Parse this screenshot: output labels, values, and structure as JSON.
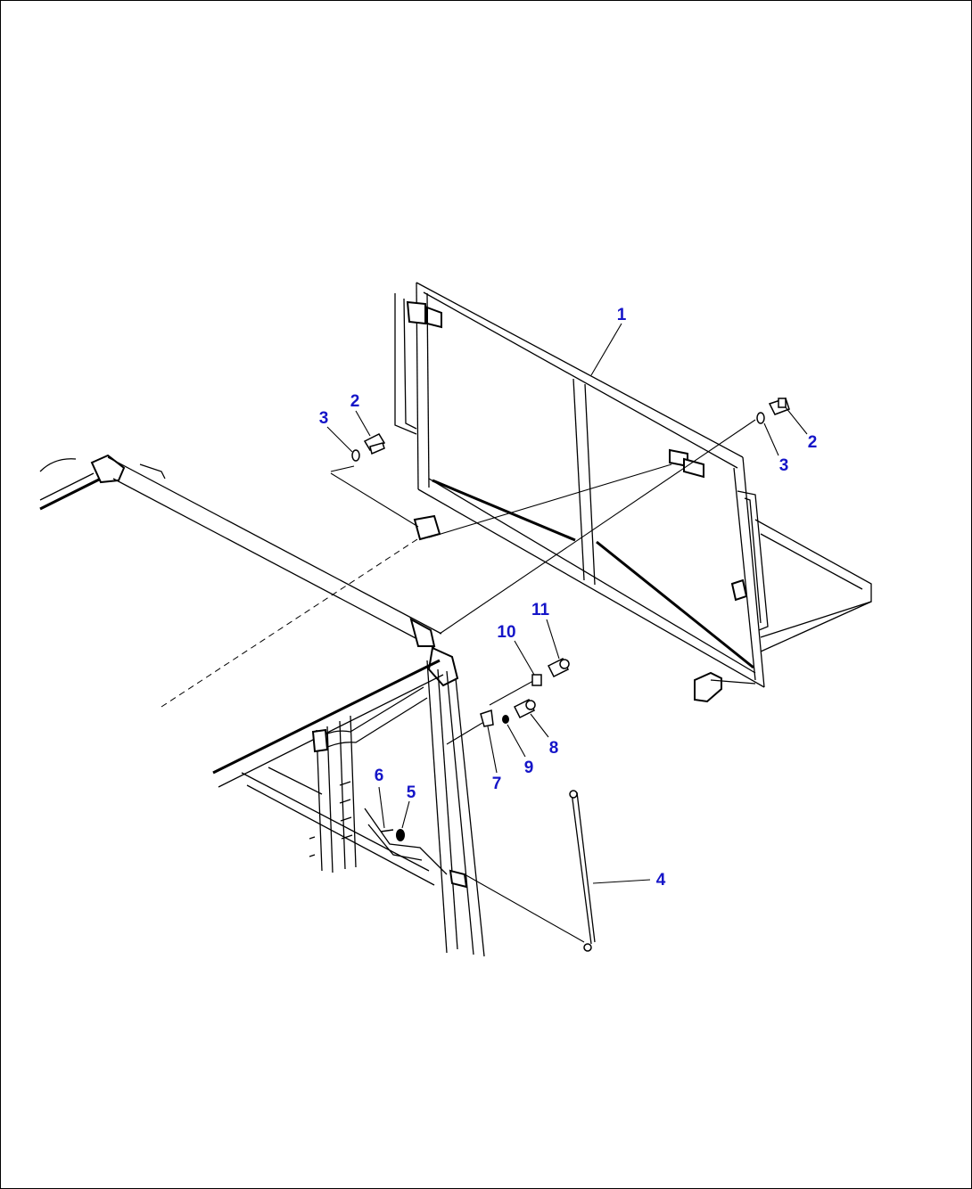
{
  "diagram": {
    "callout_color": "#1515c8",
    "line_color": "#000000",
    "callouts": [
      {
        "id": "1",
        "label": "1"
      },
      {
        "id": "2a",
        "label": "2"
      },
      {
        "id": "3a",
        "label": "3"
      },
      {
        "id": "2b",
        "label": "2"
      },
      {
        "id": "3b",
        "label": "3"
      },
      {
        "id": "4",
        "label": "4"
      },
      {
        "id": "5",
        "label": "5"
      },
      {
        "id": "6",
        "label": "6"
      },
      {
        "id": "7",
        "label": "7"
      },
      {
        "id": "8",
        "label": "8"
      },
      {
        "id": "9",
        "label": "9"
      },
      {
        "id": "10",
        "label": "10"
      },
      {
        "id": "11",
        "label": "11"
      }
    ]
  }
}
